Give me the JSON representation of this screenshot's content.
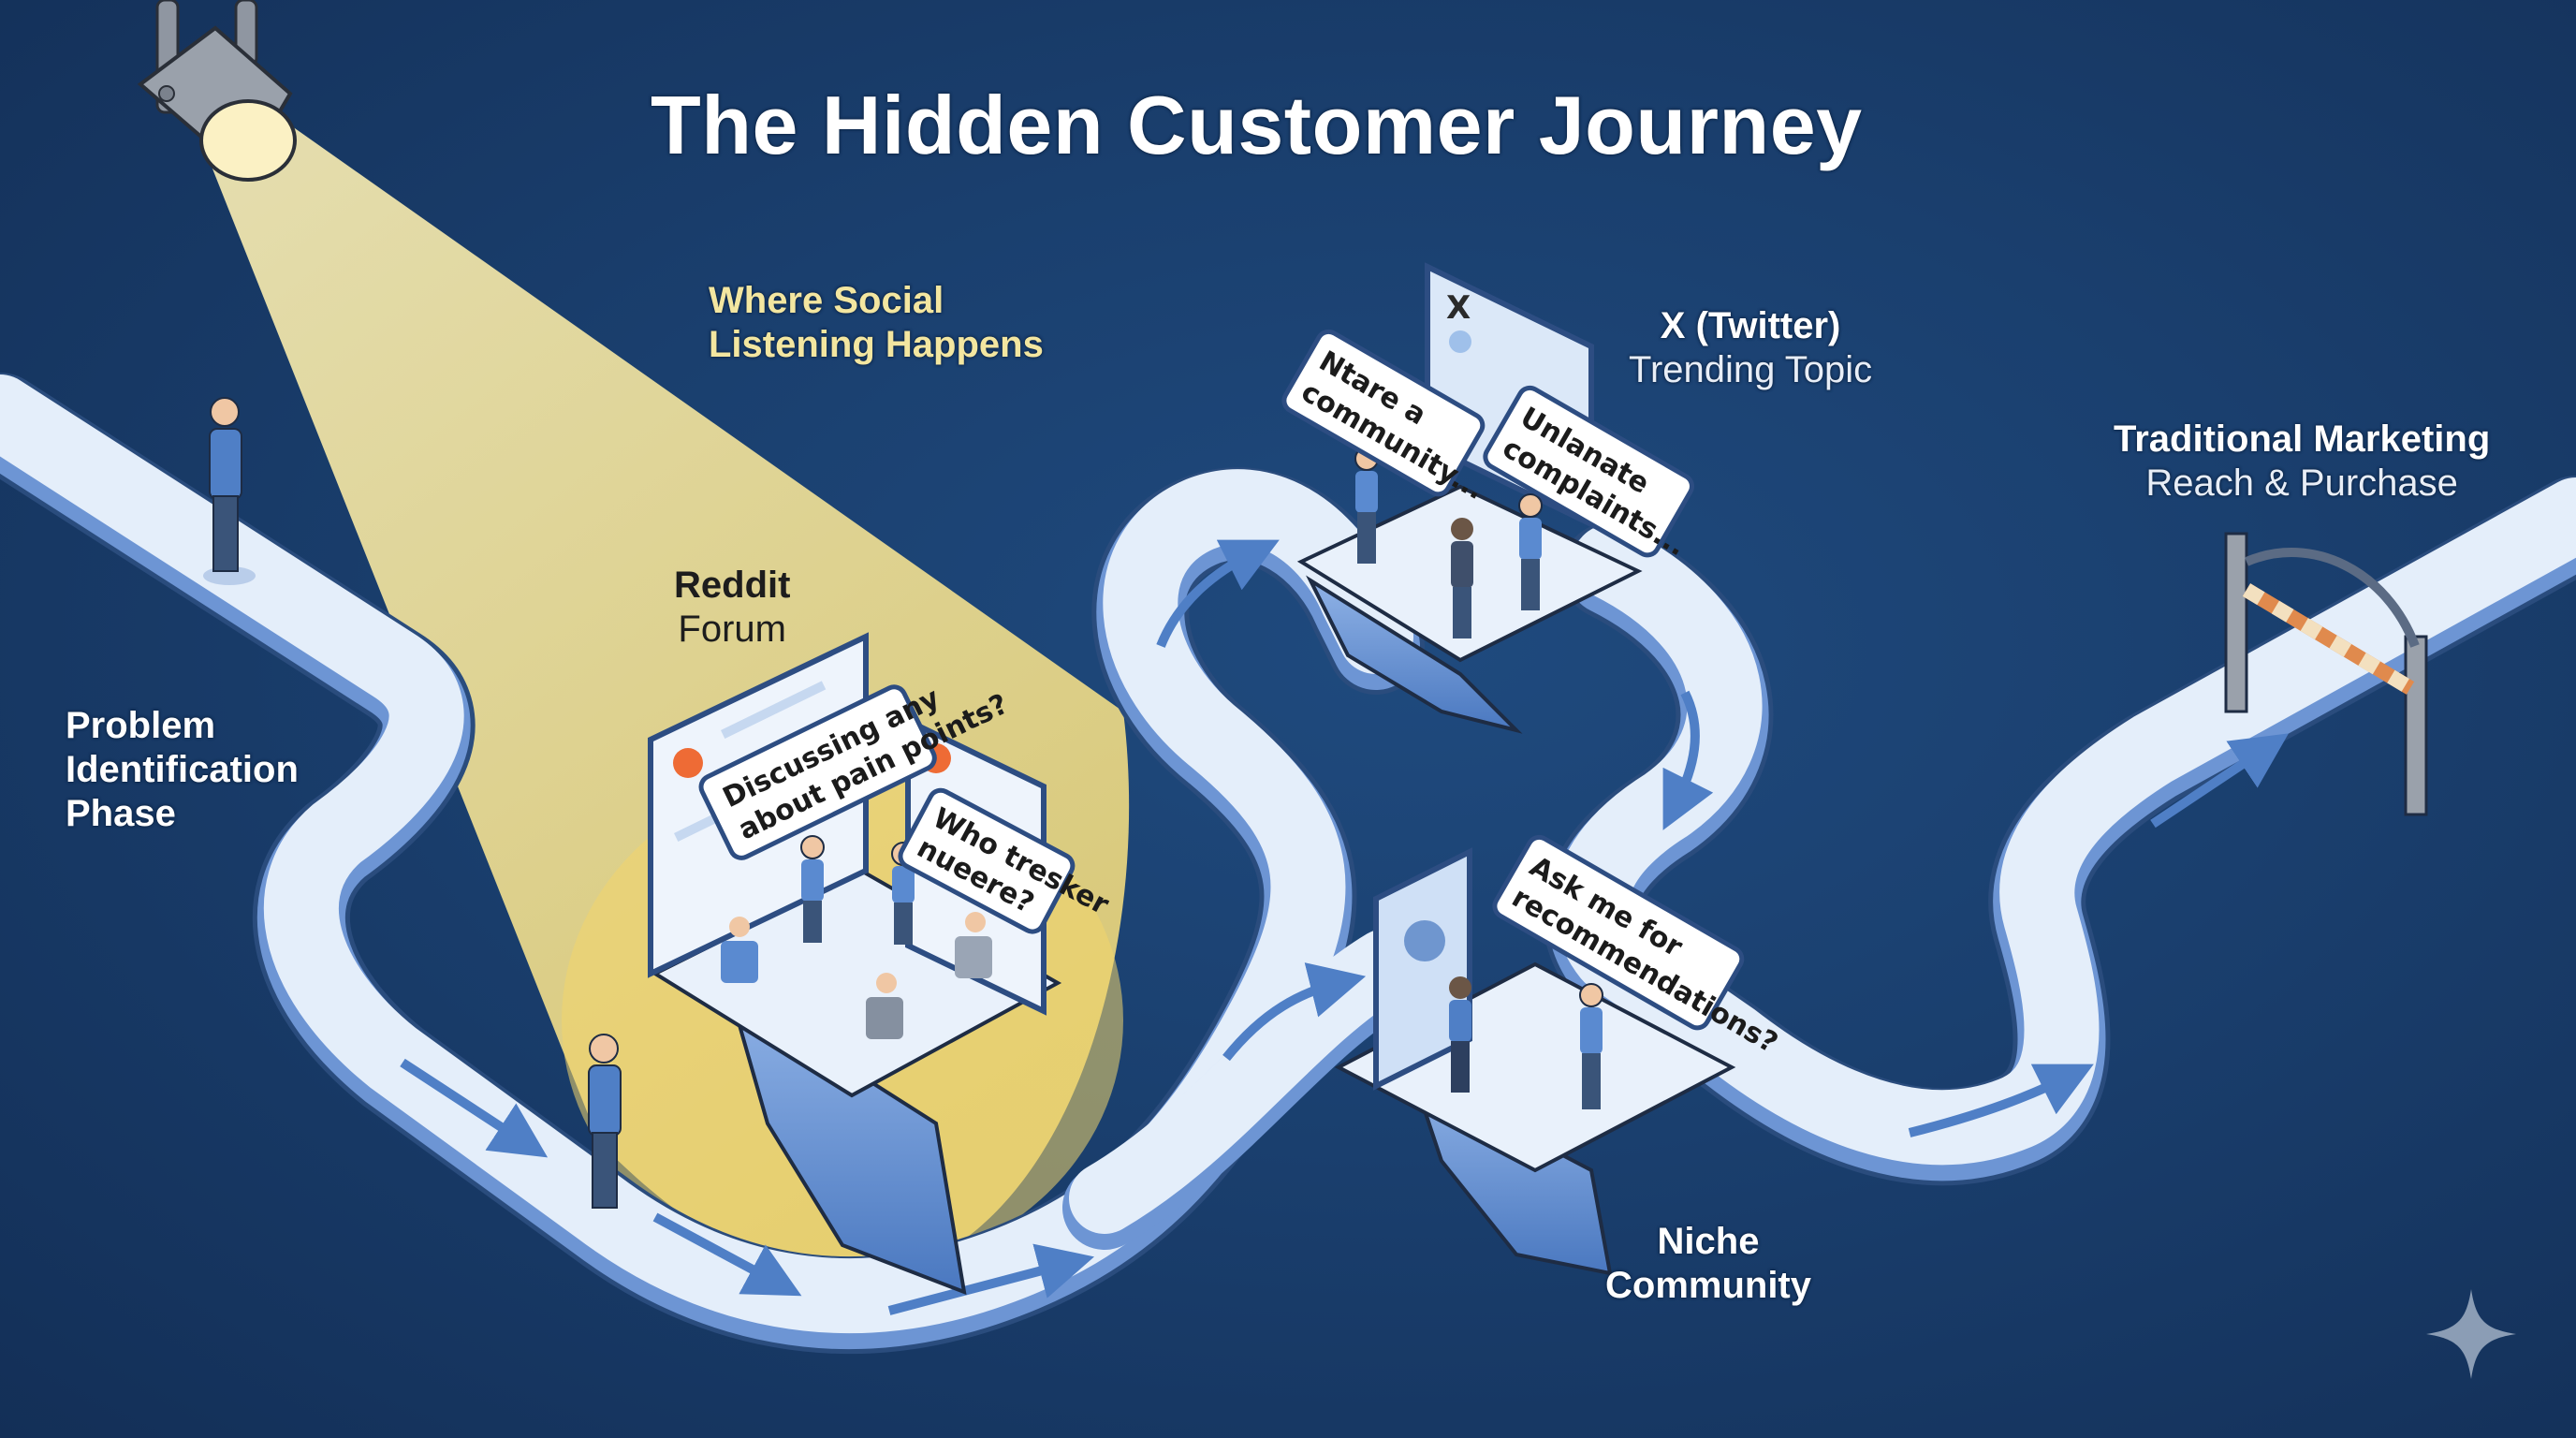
{
  "title": "The Hidden Customer Journey",
  "callouts": {
    "spotlight": {
      "line1": "Where Social",
      "line2": "Listening Happens",
      "color": "#f3e6a0"
    },
    "problem_phase": {
      "line1": "Problem",
      "line2": "Identification",
      "line3": "Phase"
    },
    "reddit": {
      "name": "Reddit",
      "sub": "Forum"
    },
    "twitter": {
      "name": "X (Twitter)",
      "sub": "Trending Topic"
    },
    "traditional": {
      "name": "Traditional Marketing",
      "sub": "Reach & Purchase"
    },
    "niche": {
      "line1": "Niche",
      "line2": "Community"
    }
  },
  "speech_bubbles": {
    "reddit_left": {
      "line1": "Discussing any",
      "line2": "about pain points?"
    },
    "reddit_right": {
      "line1": "Who tresker",
      "line2": "nueere?"
    },
    "twitter_left": {
      "line1": "Ntare a",
      "line2": "community..."
    },
    "twitter_right": {
      "line1": "Unlanate",
      "line2": "complaints..."
    },
    "niche": {
      "line1": "Ask me for",
      "line2": "recommendations?"
    }
  },
  "screen_icons": {
    "twitter_screen": "X",
    "reddit_screens": "reddit-logo"
  },
  "colors": {
    "background": "#173a66",
    "road": "#e4eefa",
    "road_edge": "#6d95d4",
    "spotlight": "#f6e49a",
    "accent_blue": "#4f7fc6",
    "gate_stripe": "#e08a4d"
  }
}
